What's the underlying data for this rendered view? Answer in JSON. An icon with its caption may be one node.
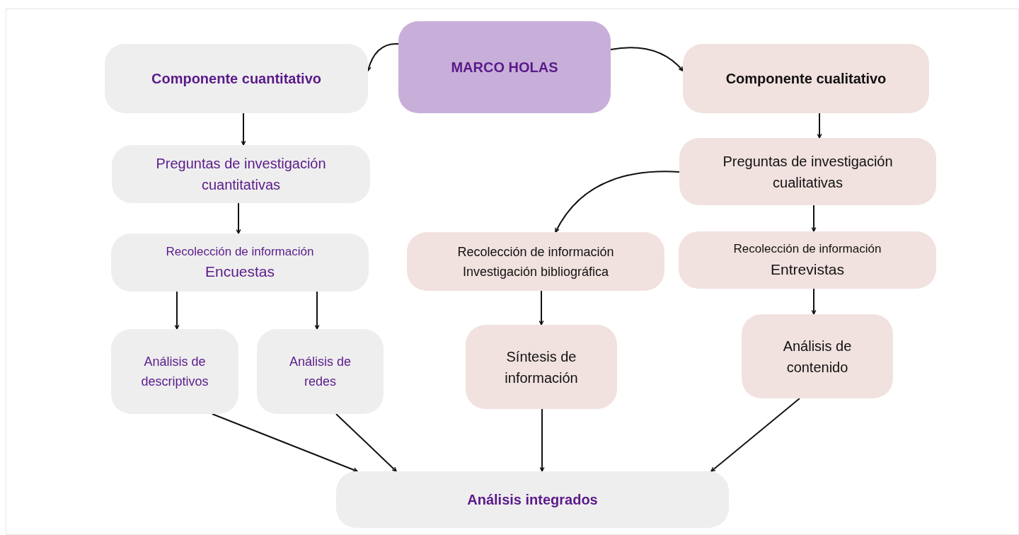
{
  "diagram": {
    "nodes": [
      {
        "text": [
          "MARCO HOLAS"
        ]
      },
      {
        "text": [
          "Componente cuantitativo"
        ]
      },
      {
        "text": [
          "Componente cualitativo"
        ]
      },
      {
        "text": [
          "Preguntas de investigación cuantitativas"
        ]
      },
      {
        "text": [
          "Preguntas de investigación cualitativas"
        ]
      },
      {
        "text": [
          "Recolección de información",
          "Encuestas"
        ]
      },
      {
        "text": [
          "Recolección de información",
          "Investigación bibliográfica"
        ]
      },
      {
        "text": [
          "Recolección de información",
          "Entrevistas"
        ]
      },
      {
        "text": [
          "Análisis de descriptivos"
        ]
      },
      {
        "text": [
          "Análisis de redes"
        ]
      },
      {
        "text": [
          "Síntesis de información"
        ]
      },
      {
        "text": [
          "Análisis de contenido"
        ]
      },
      {
        "text": [
          "Análisis integrados"
        ]
      }
    ],
    "edges": [
      {
        "from": 0,
        "to": 1,
        "arrow": "to"
      },
      {
        "from": 0,
        "to": 2,
        "arrow": "to"
      },
      {
        "from": 1,
        "to": 3,
        "arrow": "to"
      },
      {
        "from": 3,
        "to": 5,
        "arrow": "to"
      },
      {
        "from": 5,
        "to": 8,
        "arrow": "to"
      },
      {
        "from": 5,
        "to": 9,
        "arrow": "to"
      },
      {
        "from": 2,
        "to": 4,
        "arrow": "to"
      },
      {
        "from": 4,
        "to": 7,
        "arrow": "to"
      },
      {
        "from": 4,
        "to": 6,
        "arrow": "to"
      },
      {
        "from": 6,
        "to": 10,
        "arrow": "to"
      },
      {
        "from": 7,
        "to": 11,
        "arrow": "to"
      },
      {
        "from": 8,
        "to": 12,
        "arrow": "to"
      },
      {
        "from": 9,
        "to": 12,
        "arrow": "to"
      },
      {
        "from": 10,
        "to": 12,
        "arrow": "to"
      },
      {
        "from": 11,
        "to": 12,
        "arrow": "to"
      }
    ]
  }
}
